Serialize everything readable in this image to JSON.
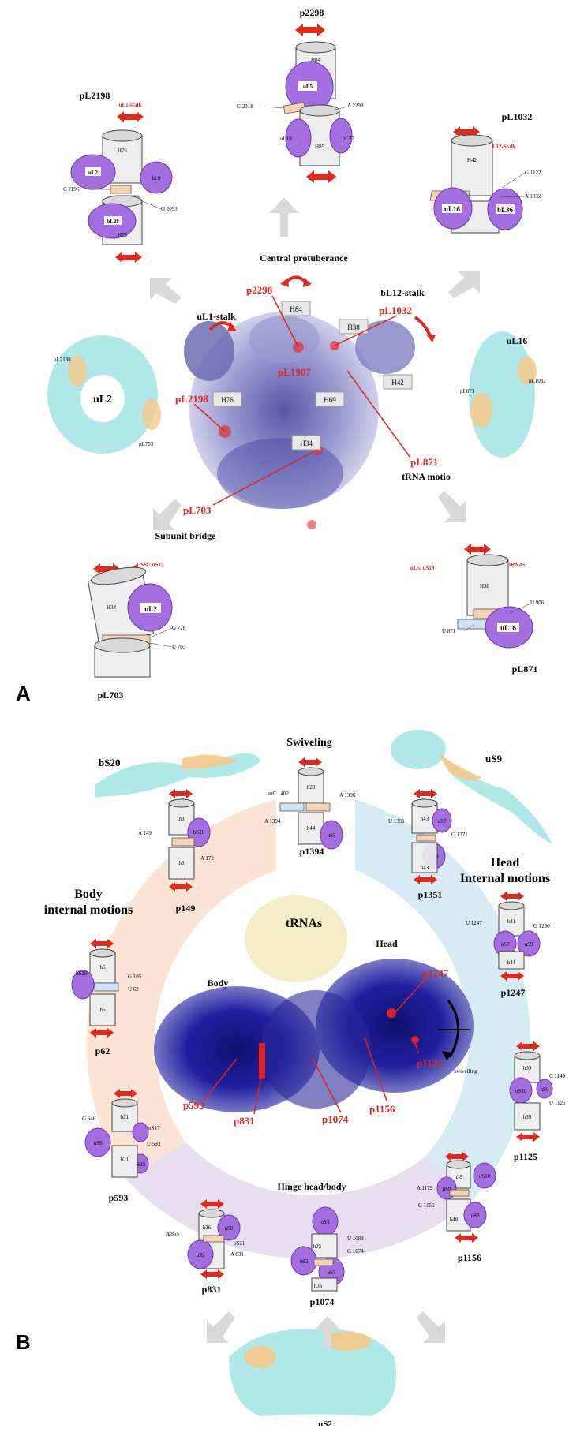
{
  "panels": {
    "a": "A",
    "b": "B"
  },
  "panelA": {
    "titles": {
      "central": "Central protuberance",
      "bl12": "bL12-stalk",
      "ul1": "uL1-stalk",
      "subunit": "Subunit bridge",
      "trna": "tRNA motio",
      "ul16": "uL16",
      "ul2": "uL2"
    },
    "helixTags": [
      "H84",
      "H38",
      "H76",
      "H69",
      "H42",
      "H34"
    ],
    "redLabels": [
      "p2298",
      "pL1032",
      "pL1907",
      "pL2198",
      "pL871",
      "pL703"
    ],
    "ul2Labels": [
      "pL2198",
      "pL703"
    ],
    "ul16Labels": [
      "pL871",
      "pL1032"
    ],
    "insets": {
      "p2298": {
        "title": "p2298",
        "h1": "H84",
        "h2": "H85",
        "p1": "uL5",
        "p2": "uL18",
        "p3": "bL27",
        "n1": "G 2318",
        "n2": "A 2298"
      },
      "pL2198": {
        "title": "pL2198",
        "top": "uL1-stalk",
        "h1": "H76",
        "h2": "H79",
        "p1": "uL2",
        "p2": "bL9",
        "p3": "bL28",
        "n1": "C 2196",
        "n2": "G 2093"
      },
      "pL1032": {
        "title": "pL1032",
        "top": "bL12-Stalk",
        "h1": "H42",
        "p1": "uL16",
        "p2": "bL36",
        "n1": "G 1122",
        "n2": "A 1032"
      },
      "pL703": {
        "title": "pL703",
        "top": "SSU uS15",
        "h1": "H34",
        "p1": "uL2",
        "n1": "G 728",
        "n2": "U 703"
      },
      "pL871": {
        "title": "pL871",
        "top": "tRNAs",
        "left": "uL5, uS19",
        "h1": "H38",
        "p1": "uL16",
        "n1": "U 906",
        "n2": "U 871"
      }
    }
  },
  "panelB": {
    "titles": {
      "swiveling": "Swiveling",
      "head": "Head",
      "headInternal1": "Head",
      "headInternal2": "Internal motions",
      "body1": "Body",
      "body2": "internal motions",
      "hinge": "Hinge head/body",
      "trnas": "tRNAs",
      "bodyCenter": "Body",
      "swivelling": "swivelling",
      "bs20": "bS20",
      "us9": "uS9",
      "us2": "uS2"
    },
    "redLabels": [
      "p1247",
      "p1125",
      "p1156",
      "p1074",
      "p831",
      "p593"
    ],
    "insets": {
      "p1394": {
        "title": "p1394",
        "h1": "h28",
        "h2": "h44",
        "p1": "uS5",
        "n1": "mC 1402",
        "n2": "A 1396",
        "n3": "A 1394"
      },
      "p149": {
        "title": "p149",
        "h1": "h8",
        "h2": "h8",
        "p1": "bS20",
        "n1": "A 149",
        "n2": "A 172"
      },
      "p1351": {
        "title": "p1351",
        "h1": "h43",
        "h2": "h43",
        "p1": "uS7",
        "p2": "uS9",
        "n1": "U 1351",
        "n2": "G 1371"
      },
      "p62": {
        "title": "p62",
        "h1": "h6",
        "h2": "h5",
        "p1": "bS20",
        "n1": "G 105",
        "n2": "U 62"
      },
      "p1247": {
        "title": "p1247",
        "h1": "h41",
        "h2": "h41",
        "p1": "uS7",
        "p2": "uS9",
        "n1": "U 1247",
        "n2": "G 1290"
      },
      "p1125": {
        "title": "p1125",
        "h1": "h39",
        "h2": "h39",
        "p1": "uS10",
        "p2": "uS9",
        "n1": "C 1149",
        "n2": "U 1125"
      },
      "p593": {
        "title": "p593",
        "h1": "h21",
        "h2": "h21",
        "p1": "uS8",
        "p2": "uS17",
        "p3": "uS15",
        "n1": "G 646",
        "n2": "U 593"
      },
      "p831": {
        "title": "p831",
        "h1": "h26",
        "p1": "uS8",
        "p2": "uS2",
        "p3": "bS21",
        "n1": "A 855",
        "n2": "A 831"
      },
      "p1074": {
        "title": "p1074",
        "h1": "h35",
        "h2": "h36",
        "p1": "uS3",
        "p2": "uS2",
        "p3": "uS5",
        "n1": "U 1083",
        "n2": "G 1074"
      },
      "p1156": {
        "title": "p1156",
        "h1": "h39",
        "h2": "h40",
        "p1": "uS9",
        "p2": "uS10",
        "p3": "uS2",
        "n1": "A 1179",
        "n2": "G 1156"
      }
    }
  },
  "colors": {
    "red": "#e0251c",
    "purple": "#a46ee0",
    "cyan": "#8fdde0",
    "orange": "#f5c88a",
    "blue": "#2a2aa0",
    "peach": "#fbe4d3",
    "lightblue": "#d6ecf4",
    "lavender": "#e7dff0"
  }
}
